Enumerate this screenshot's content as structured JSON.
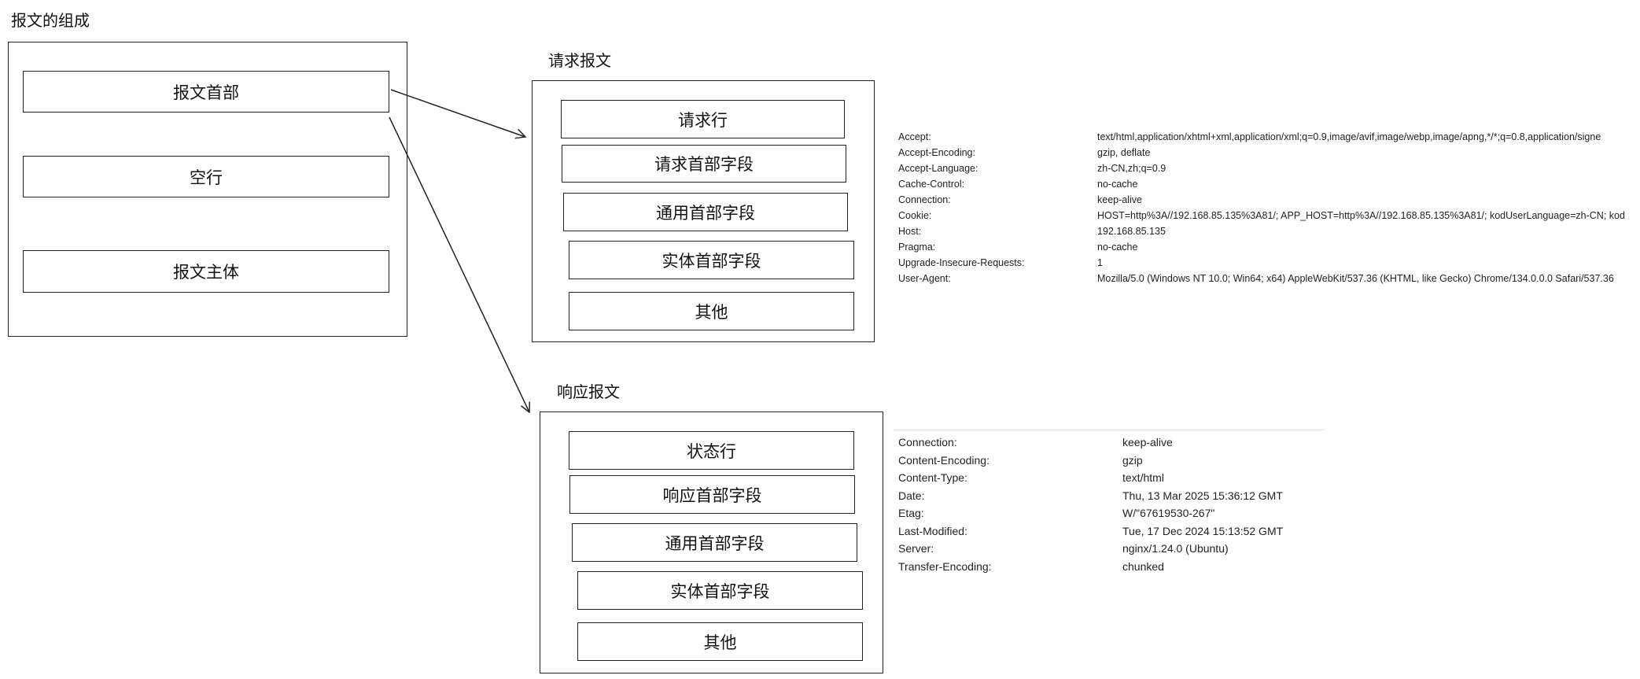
{
  "diagram": {
    "title": "报文的组成",
    "composition": {
      "items": [
        "报文首部",
        "空行",
        "报文主体"
      ]
    },
    "request": {
      "title": "请求报文",
      "items": [
        "请求行",
        "请求首部字段",
        "通用首部字段",
        "实体首部字段",
        "其他"
      ]
    },
    "response": {
      "title": "响应报文",
      "items": [
        "状态行",
        "响应首部字段",
        "通用首部字段",
        "实体首部字段",
        "其他"
      ]
    }
  },
  "request_headers": [
    {
      "name": "Accept:",
      "value": "text/html,application/xhtml+xml,application/xml;q=0.9,image/avif,image/webp,image/apng,*/*;q=0.8,application/signe"
    },
    {
      "name": "Accept-Encoding:",
      "value": "gzip, deflate"
    },
    {
      "name": "Accept-Language:",
      "value": "zh-CN,zh;q=0.9"
    },
    {
      "name": "Cache-Control:",
      "value": "no-cache"
    },
    {
      "name": "Connection:",
      "value": "keep-alive"
    },
    {
      "name": "Cookie:",
      "value": "HOST=http%3A//192.168.85.135%3A81/; APP_HOST=http%3A//192.168.85.135%3A81/; kodUserLanguage=zh-CN; kod"
    },
    {
      "name": "Host:",
      "value": "192.168.85.135"
    },
    {
      "name": "Pragma:",
      "value": "no-cache"
    },
    {
      "name": "Upgrade-Insecure-Requests:",
      "value": "1"
    },
    {
      "name": "User-Agent:",
      "value": "Mozilla/5.0 (Windows NT 10.0; Win64; x64) AppleWebKit/537.36 (KHTML, like Gecko) Chrome/134.0.0.0 Safari/537.36"
    }
  ],
  "response_headers": [
    {
      "name": "Connection:",
      "value": "keep-alive"
    },
    {
      "name": "Content-Encoding:",
      "value": "gzip"
    },
    {
      "name": "Content-Type:",
      "value": "text/html"
    },
    {
      "name": "Date:",
      "value": "Thu, 13 Mar 2025 15:36:12 GMT"
    },
    {
      "name": "Etag:",
      "value": "W/\"67619530-267\""
    },
    {
      "name": "Last-Modified:",
      "value": "Tue, 17 Dec 2024 15:13:52 GMT"
    },
    {
      "name": "Server:",
      "value": "nginx/1.24.0 (Ubuntu)"
    },
    {
      "name": "Transfer-Encoding:",
      "value": "chunked"
    }
  ]
}
